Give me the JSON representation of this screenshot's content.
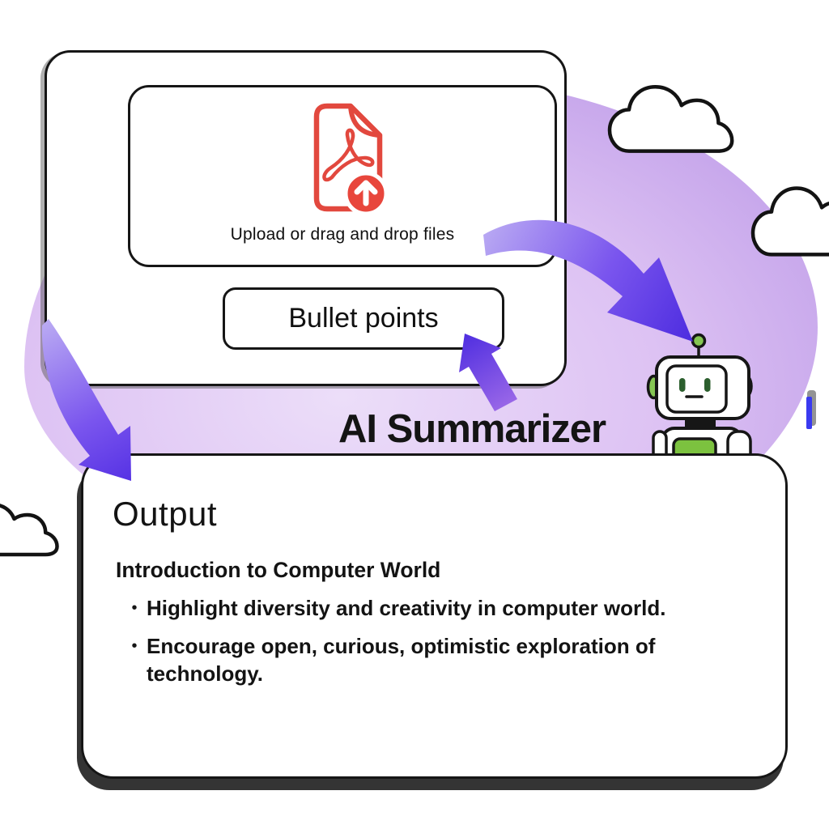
{
  "title": "AI Summarizer",
  "upload_card": {
    "dropzone": {
      "label": "Upload or drag and drop files",
      "file_icon": "pdf-upload"
    },
    "mode_button": {
      "label": "Bullet points"
    }
  },
  "output_card": {
    "heading": "Output",
    "summary": {
      "title": "Introduction to Computer World",
      "bullet_glyph": "•",
      "bullets": [
        "Highlight diversity and creativity in computer world.",
        "Encourage open, curious, optimistic exploration of technology."
      ]
    }
  },
  "colors": {
    "blob-light": "#ecdef9",
    "blob-mid": "#ddc2f3",
    "blob-deep": "#c3a2ea",
    "arrow-light": "#b9a9f3",
    "arrow-dark": "#5632e4",
    "arrow-deepblue": "#4f2ee0",
    "pdf-red": "#e2483e",
    "upload-circle-red": "#e8463c",
    "robot-green": "#85c653",
    "robot-chest-green": "#7cc23f",
    "robot-eye-green": "#2c5f2e",
    "ink": "#161616",
    "card-bg": "#ffffff"
  }
}
